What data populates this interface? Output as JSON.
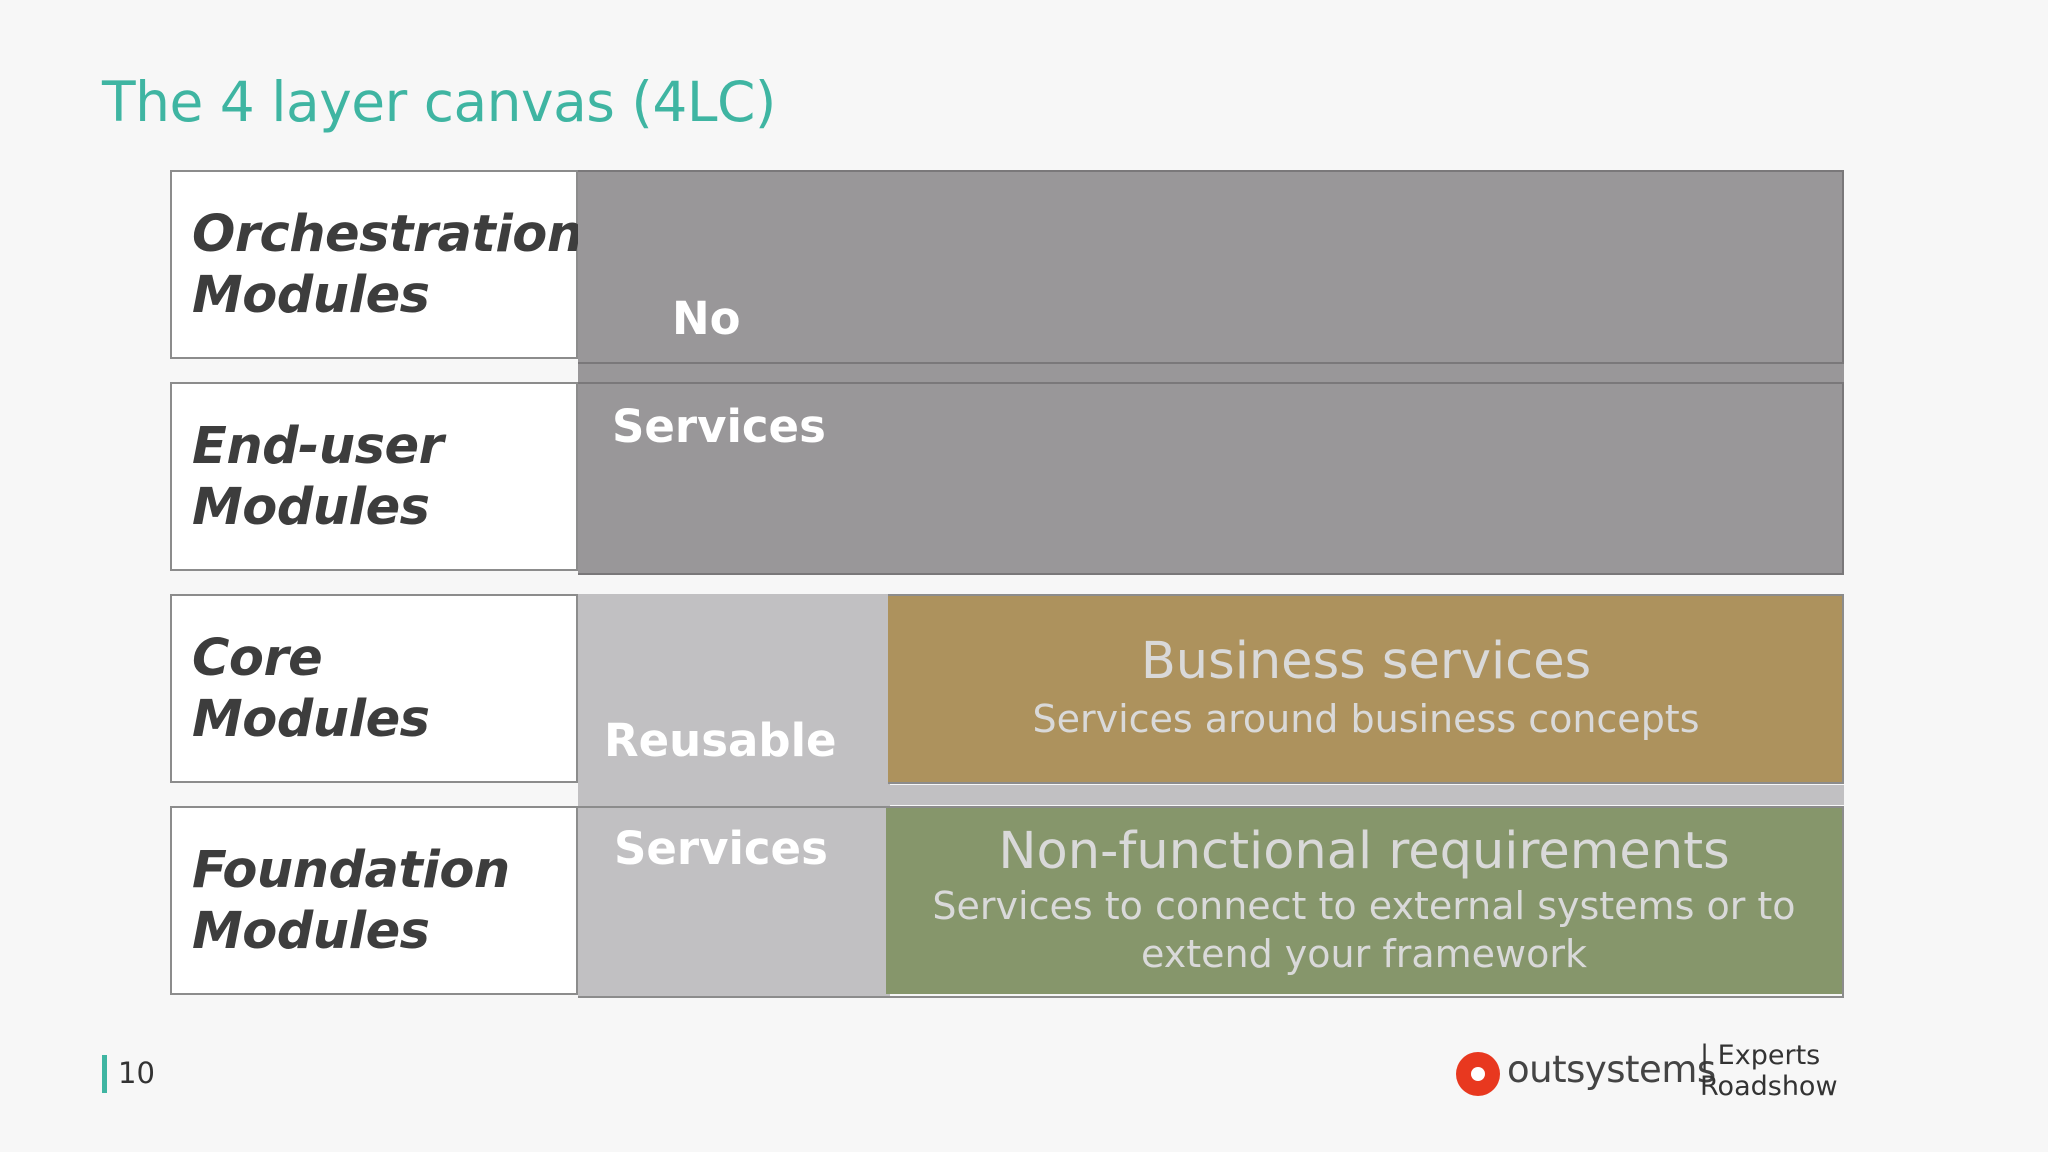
{
  "slide": {
    "title": "The 4 layer canvas (4LC)",
    "page_number": "10"
  },
  "layers": [
    {
      "line1": "Orchestration",
      "line2": "Modules"
    },
    {
      "line1": "End-user",
      "line2": "Modules"
    },
    {
      "line1": "Core",
      "line2": "Modules"
    },
    {
      "line1": "Foundation",
      "line2": "Modules"
    }
  ],
  "no_services": {
    "word1": "No",
    "word2": "Services"
  },
  "reusable_services": {
    "word1": "Reusable",
    "word2": "Services"
  },
  "business_services": {
    "title": "Business services",
    "subtitle": "Services around business concepts"
  },
  "non_functional": {
    "title": "Non-functional requirements",
    "subtitle_line1": "Services to connect to external systems or to",
    "subtitle_line2": "extend your framework"
  },
  "footer": {
    "logo_text": "outsystems",
    "tagline_line1": "|  Experts",
    "tagline_line2": "Roadshow"
  },
  "colors": {
    "accent": "#3fb5a2",
    "no_services_bg": "#999799",
    "reusable_bg": "#c1c0c2",
    "business_bg": "#ad925d",
    "non_functional_bg": "#86966b",
    "logo_red": "#e8381f"
  }
}
